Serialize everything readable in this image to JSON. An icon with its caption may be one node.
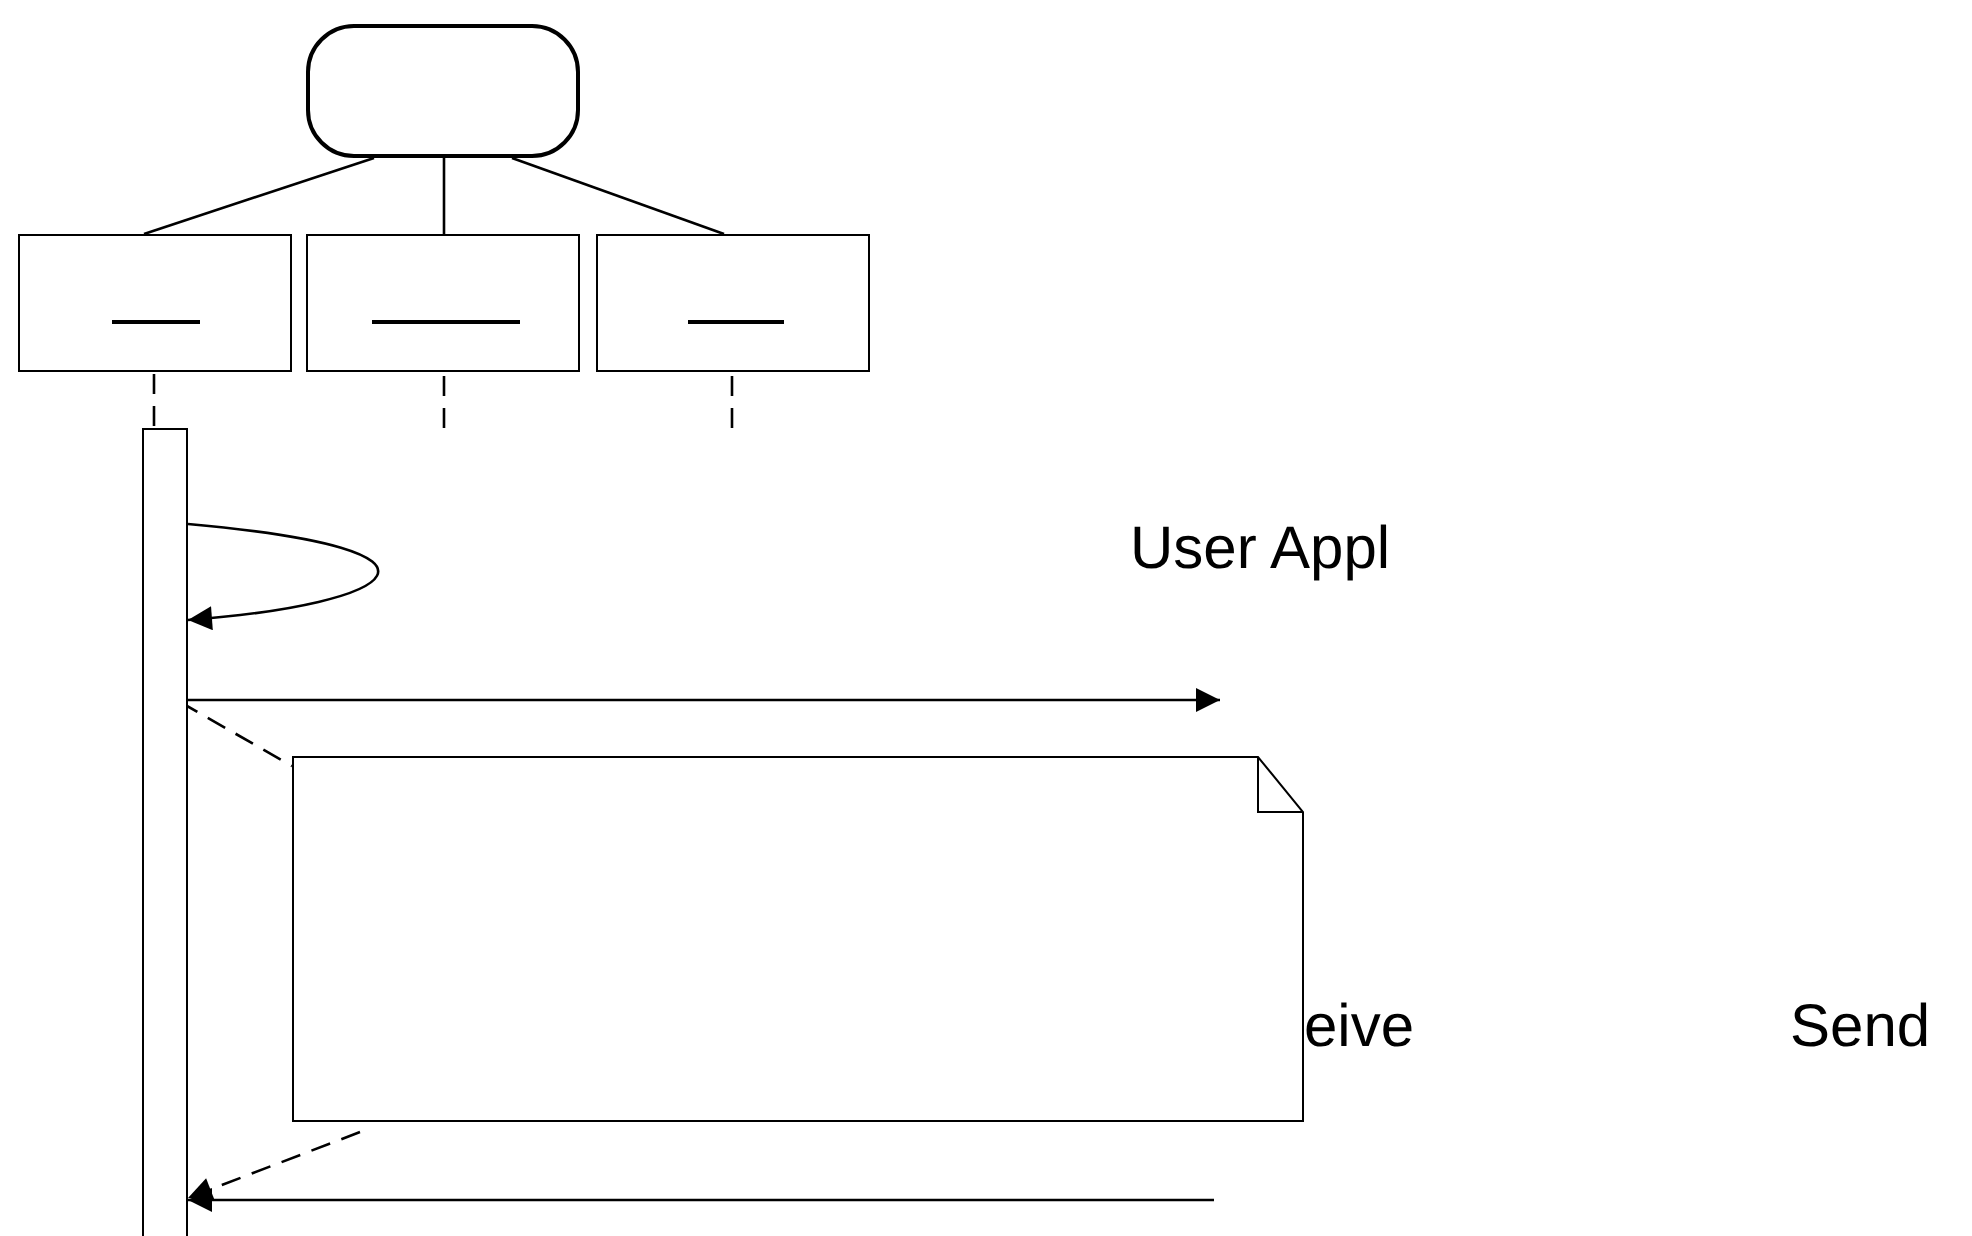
{
  "diagram": {
    "nodes": [
      {
        "text": [],
        "shape": "box"
      },
      {
        "text": [],
        "shape": "box"
      },
      {
        "text": [],
        "shape": "box"
      },
      {
        "text": [],
        "shape": "box"
      },
      {
        "text": [],
        "shape": "bar"
      },
      {
        "text": [],
        "shape": "note"
      }
    ],
    "edges": [
      {
        "from": 0,
        "to": 1,
        "arrow": "none"
      },
      {
        "from": 0,
        "to": 2,
        "arrow": "none"
      },
      {
        "from": 0,
        "to": 3,
        "arrow": "none"
      },
      {
        "from": 1,
        "to": 4,
        "arrow": "none",
        "style": "dashed"
      },
      {
        "from": 2,
        "to": null,
        "arrow": "none",
        "style": "dashed"
      },
      {
        "from": 3,
        "to": null,
        "arrow": "none",
        "style": "dashed"
      },
      {
        "from": 4,
        "to": 4,
        "arrow": "to"
      },
      {
        "from": 4,
        "to": null,
        "arrow": "to"
      },
      {
        "from": 4,
        "to": 5,
        "arrow": "none",
        "style": "dashed"
      },
      {
        "from": 5,
        "to": 4,
        "arrow": "to",
        "style": "dashed"
      },
      {
        "from": null,
        "to": 4,
        "arrow": "to"
      }
    ],
    "labels": [
      "User Appl",
      "eive",
      "Send"
    ]
  }
}
